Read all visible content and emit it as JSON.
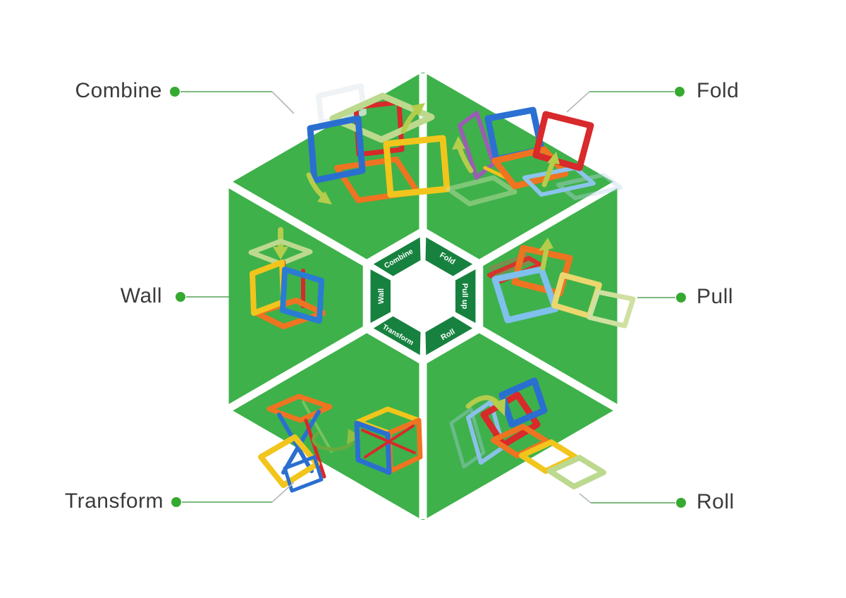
{
  "diagram": {
    "background": "#ffffff",
    "hexagon": {
      "fill": "#3eb14a",
      "divider_color": "#ffffff",
      "ring_fill": "#17823f",
      "ring_text_color": "#ffffff"
    },
    "outer_labels": [
      {
        "id": "combine",
        "text": "Combine",
        "side": "left"
      },
      {
        "id": "fold",
        "text": "Fold",
        "side": "right"
      },
      {
        "id": "wall",
        "text": "Wall",
        "side": "left"
      },
      {
        "id": "pull",
        "text": "Pull",
        "side": "right"
      },
      {
        "id": "transform",
        "text": "Transform",
        "side": "left"
      },
      {
        "id": "roll",
        "text": "Roll",
        "side": "right"
      }
    ],
    "ring_labels": [
      {
        "id": "combine",
        "text": "Combine"
      },
      {
        "id": "fold",
        "text": "Fold"
      },
      {
        "id": "wall",
        "text": "Wall"
      },
      {
        "id": "pull-up",
        "text": "Pull up"
      },
      {
        "id": "transform",
        "text": "Transform"
      },
      {
        "id": "roll",
        "text": "Roll"
      }
    ],
    "leader": {
      "dot_color": "#36a930",
      "line_color": "#55a257",
      "diagonal_color": "#b4b7ba"
    },
    "label_text_color": "#3b3b3d",
    "tile_colors": {
      "red": "#d8292b",
      "blue": "#2a6fd0",
      "light_blue": "#8cc4ec",
      "orange": "#ee7421",
      "yellow": "#f2c51c",
      "pale_yellow": "#ecd76e",
      "light_green": "#bcd98e",
      "purple": "#9b5db4",
      "arrow_green": "#b4cd4c",
      "rotate_arrow_green": "#6aa93e"
    }
  }
}
